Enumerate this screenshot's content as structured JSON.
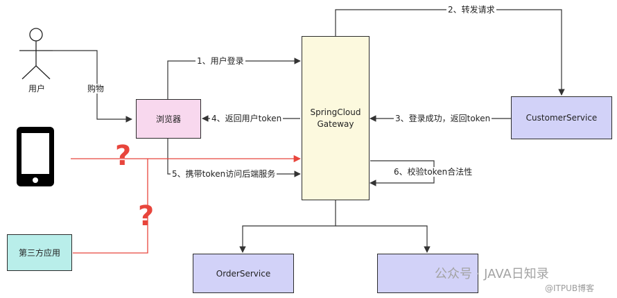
{
  "actors": {
    "user_label": "用户",
    "browser": "浏览器",
    "third_party_app": "第三方应用"
  },
  "gateway": {
    "line1": "SpringCloud",
    "line2": "Gateway"
  },
  "services": {
    "customer": "CustomerService",
    "order": "OrderService"
  },
  "edges": {
    "shopping": "购物",
    "step1": "1、用户登录",
    "step2": "2、转发请求",
    "step3": "3、登录成功，返回token",
    "step4": "4、返回用户token",
    "step5": "5、携带token访问后端服务",
    "step6": "6、校验token合法性"
  },
  "question_mark": "?",
  "watermark": {
    "main": "公众号 · JAVA日知录",
    "sub": "@ITPUB博客"
  },
  "colors": {
    "browser_fill": "#f8d8ee",
    "gateway_fill": "#fcf9de",
    "service_fill": "#d2d2f8",
    "third_party_fill": "#b9eeea",
    "unauthorized_line": "#e8453c",
    "line": "#333333"
  }
}
